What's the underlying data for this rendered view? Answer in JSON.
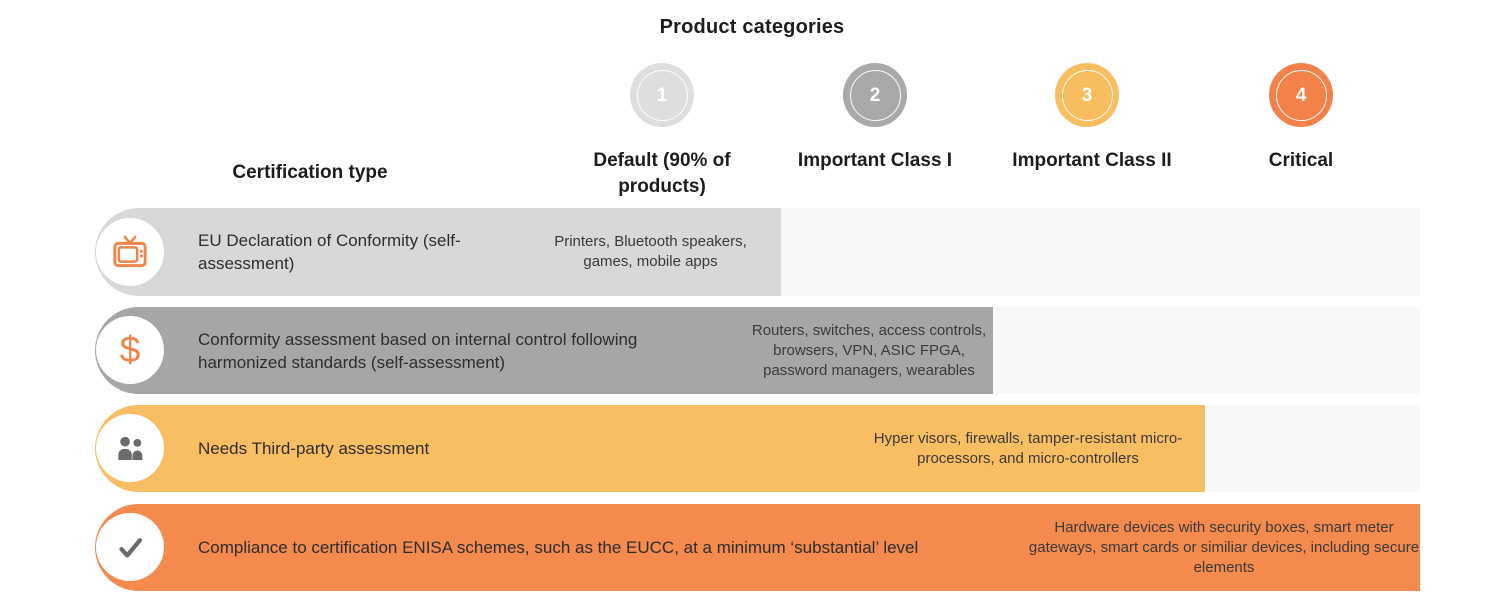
{
  "title": "Product categories",
  "certification_type_header": "Certification type",
  "categories": [
    {
      "number": "1",
      "label": "Default (90% of products)",
      "color": "#dedede"
    },
    {
      "number": "2",
      "label": "Important Class I",
      "color": "#a9a9a9"
    },
    {
      "number": "3",
      "label": "Important Class II",
      "color": "#f8bd5e"
    },
    {
      "number": "4",
      "label": "Critical",
      "color": "#f2824a"
    }
  ],
  "rows": [
    {
      "icon": "tv-icon",
      "certification": "EU Declaration of Conformity (self-assessment)",
      "examples": "Printers, Bluetooth speakers, games, mobile apps",
      "category": "Default (90% of products)",
      "bar_color": "#d8d8d8"
    },
    {
      "icon": "dollar-icon",
      "certification": "Conformity assessment based on internal control following harmonized standards (self-assessment)",
      "examples": "Routers, switches, access controls, browsers, VPN, ASIC FPGA, password managers, wearables",
      "category": "Important Class I",
      "bar_color": "#a6a6a6"
    },
    {
      "icon": "people-icon",
      "certification": "Needs Third-party assessment",
      "examples": "Hyper visors, firewalls, tamper-resistant micro-processors, and micro-controllers",
      "category": "Important Class II",
      "bar_color": "#fabe62"
    },
    {
      "icon": "check-icon",
      "certification": "Compliance to certification ENISA schemes, such as the EUCC, at a minimum ‘substantial’ level",
      "examples": "Hardware devices with security boxes, smart meter gateways, smart cards or similiar devices, including secure elements",
      "category": "Critical",
      "bar_color": "#f48a4e"
    }
  ],
  "colors": {
    "row_continuation": "#f8f8f8",
    "icon_orange": "#ee8447",
    "icon_gray": "#6b6b6b"
  }
}
